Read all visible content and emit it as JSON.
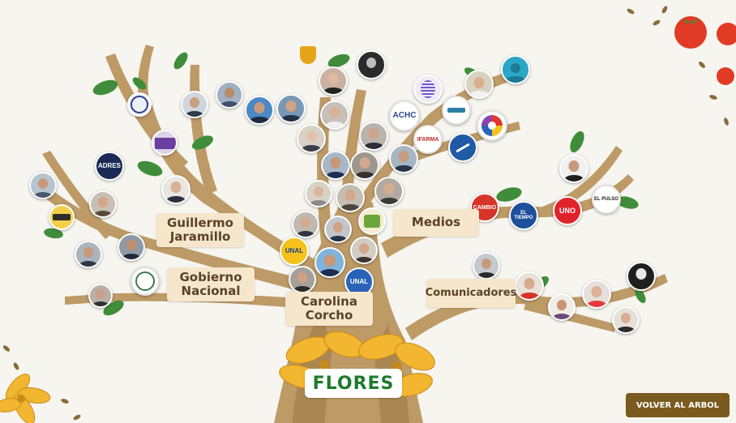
{
  "labels": {
    "guillermo": [
      "Guillermo",
      "Jaramillo"
    ],
    "gobierno": [
      "Gobierno",
      "Nacional"
    ],
    "carolina": [
      "Carolina",
      "Corcho"
    ],
    "medios": "Medios",
    "comunicadores": "Comunicadores"
  },
  "root_badge": "FLORES",
  "back_button": "VOLVER AL ARBOL",
  "logo_texts": {
    "adres": "ADRES",
    "unal": "UNAL",
    "cambio": "CAMBIO",
    "el_tiempo": "EL TIEMPO",
    "uno": "UNO",
    "el_pulso": "EL PULSO",
    "acemi": "ACHC",
    "ifarma": "IFARMA"
  },
  "colors": {
    "trunk": "#bd9a66",
    "trunk_dark": "#a98652",
    "leaf": "#3f8d3a",
    "label_bg": "#f5e6cc",
    "label_text": "#5a4326",
    "flower": "#f2b630",
    "badge_text": "#1e7a2c",
    "button_bg": "#7a5a1e"
  }
}
